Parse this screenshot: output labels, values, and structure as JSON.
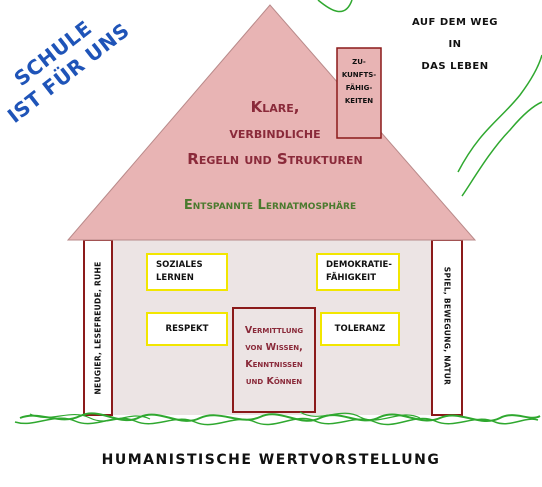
{
  "slogan": {
    "line1": "Schule",
    "line2": "ist für uns"
  },
  "path_note": {
    "line1": "Auf dem Weg",
    "line2": "in",
    "line3": "das Leben"
  },
  "roof": {
    "main_line1": "Klare,",
    "main_line2": "verbindliche",
    "main_line3": "Regeln und Strukturen",
    "atmosphere": "Entspannte Lernatmosphäre"
  },
  "chimney": {
    "line1": "Zu-",
    "line2": "kunfts-",
    "line3": "fähig-",
    "line4": "keiten"
  },
  "pillars": {
    "left": "Neugier, Lesefreude, Ruhe",
    "right": "Spiel, Bewegung, Natur"
  },
  "boxes": {
    "social_line1": "soziales",
    "social_line2": "Lernen",
    "democracy_line1": "Demokratie-",
    "democracy_line2": "fähigkeit",
    "respect": "Respekt",
    "tolerance": "Toleranz"
  },
  "door": {
    "line1": "Vermittlung",
    "line2": "von Wissen,",
    "line3": "Kenntnissen",
    "line4": "und Können"
  },
  "foundation": "Humanistische Wertvorstellung",
  "colors": {
    "roof": "#e8b4b4",
    "wall": "#ece4e4",
    "pillar_border": "#8b1a1a",
    "slogan": "#1f54b8",
    "atmosphere": "#4a7a2e",
    "maroon_text": "#8a2a3a",
    "grass": "#2fa82f",
    "box_border": "#f2e600"
  }
}
